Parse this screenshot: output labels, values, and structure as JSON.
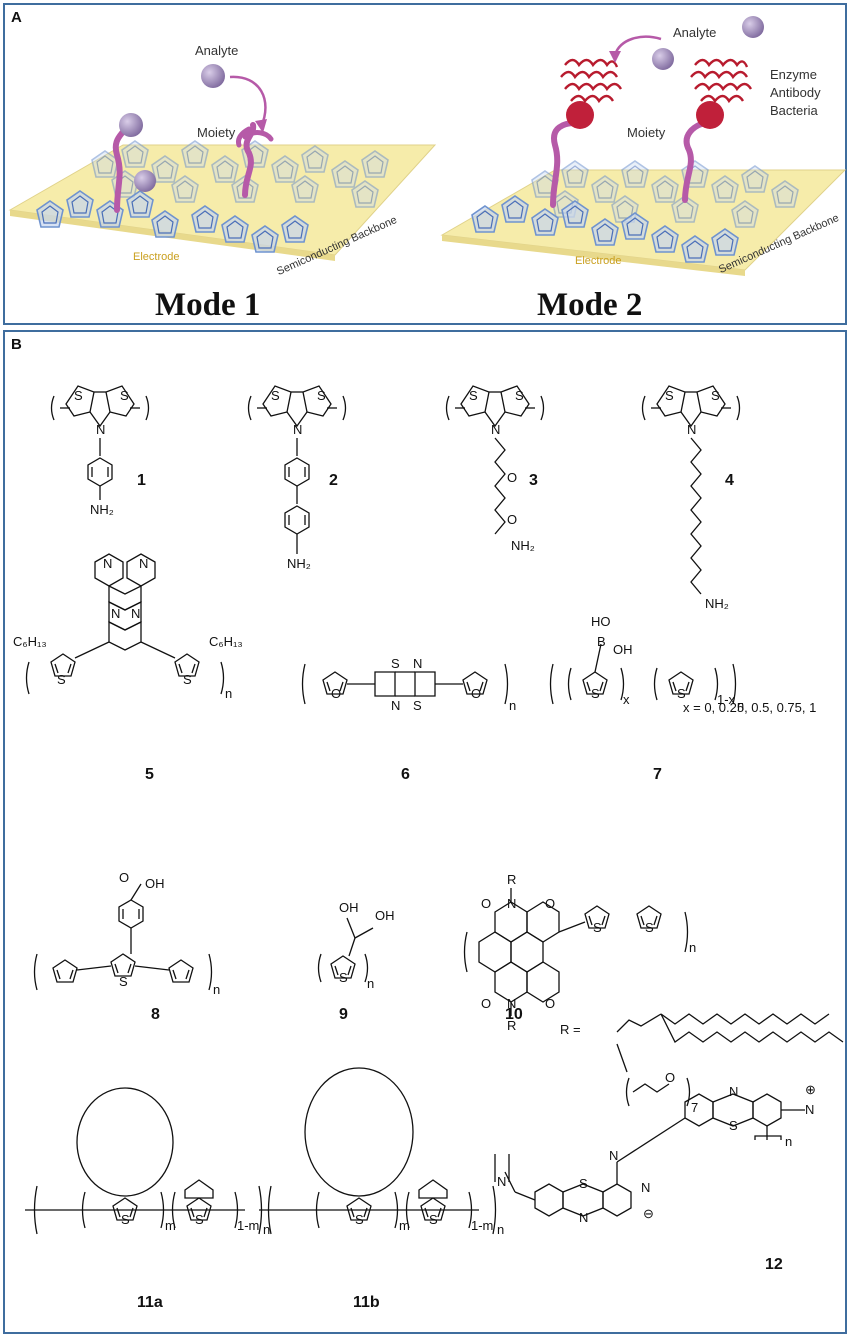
{
  "panel_a": {
    "letter": "A",
    "mode1": {
      "title": "Mode 1",
      "analyte_label": "Analyte",
      "moiety_label": "Moiety",
      "electrode_label": "Electrode",
      "backbone_label": "Semiconducting Backbone"
    },
    "mode2": {
      "title": "Mode 2",
      "analyte_label": "Analyte",
      "moiety_label": "Moiety",
      "bio_labels": [
        "Enzyme",
        "Antibody",
        "Bacteria"
      ],
      "electrode_label": "Electrode",
      "backbone_label": "Semiconducting Backbone"
    },
    "colors": {
      "electrode": "#f6ecaa",
      "ring": "#7b9fd6",
      "linker": "#b65aa8",
      "analyte": "#9b86b8",
      "bio": "#c0203a"
    }
  },
  "panel_b": {
    "letter": "B",
    "compounds": [
      {
        "id": "1"
      },
      {
        "id": "2"
      },
      {
        "id": "3"
      },
      {
        "id": "4"
      },
      {
        "id": "5"
      },
      {
        "id": "6"
      },
      {
        "id": "7"
      },
      {
        "id": "8"
      },
      {
        "id": "9"
      },
      {
        "id": "10"
      },
      {
        "id": "11a"
      },
      {
        "id": "11b"
      },
      {
        "id": "12"
      }
    ],
    "note_7": "x = 0, 0.25, 0.5, 0.75, 1",
    "r_label": "R ="
  }
}
